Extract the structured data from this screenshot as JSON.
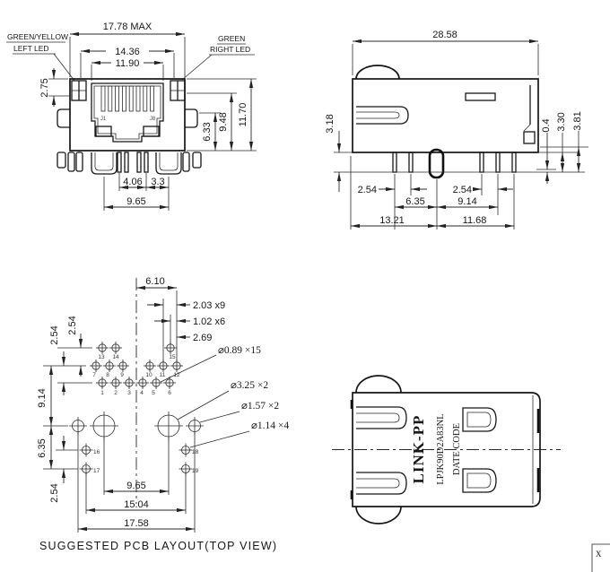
{
  "drawing": {
    "front": {
      "labels": {
        "led_left_1": "GREEN/YELLOW",
        "led_left_2": "LEFT LED",
        "led_right_1": "GREEN",
        "led_right_2": "RIGHT LED",
        "jack_pin_first": "J1",
        "jack_pin_last": "J8"
      },
      "dims": {
        "overall_width": "17.78 MAX",
        "shield_width": "14.36",
        "opening_width": "11.90",
        "led_height": "2.75",
        "tab_height": "6.33",
        "mid_height": "9.48",
        "total_height": "11.70",
        "pin_span_a": "4.06",
        "pin_span_b": "3.3",
        "post_span": "9.65"
      }
    },
    "side": {
      "dims": {
        "overall_length": "28.58",
        "standoff": "3.18",
        "rear_gap": "0.4",
        "rear_h1": "3.30",
        "rear_h2": "3.81",
        "pin_pitch_front": "2.54",
        "pin_pitch_rear": "2.54",
        "front_span": "6.35",
        "rear_span": "9.14",
        "front_total": "13.21",
        "rear_total": "11.68"
      }
    },
    "pcb": {
      "caption": "SUGGESTED PCB LAYOUT(TOP VIEW)",
      "dims": {
        "center_offset": "6.10",
        "pitch_a": "2.03 x9",
        "pitch_b": "1.02 x6",
        "edge_offset": "2.69",
        "row_pitch_a": "2.54",
        "row_pitch_b": "2.54",
        "col_span_a": "9.14",
        "col_span_b": "6.35",
        "col_span_c": "2.54",
        "post_span": "9.65",
        "led_span": "15.04",
        "mount_span": "17.58"
      },
      "hole_callouts": {
        "signal": "⌀0.89 ×15",
        "post": "⌀3.25 ×2",
        "mount": "⌀1.57 ×2",
        "led": "⌀1.14 ×4"
      },
      "hole_numbers": [
        "1",
        "2",
        "3",
        "4",
        "5",
        "6",
        "7",
        "8",
        "9",
        "10",
        "11",
        "12",
        "13",
        "14",
        "15",
        "16",
        "17",
        "18",
        "19"
      ]
    },
    "top": {
      "brand": "LINK-PP",
      "part_number": "LPJK90D2A83NL",
      "date_code": "DATE CODE"
    },
    "corner": {
      "label": "X"
    }
  }
}
